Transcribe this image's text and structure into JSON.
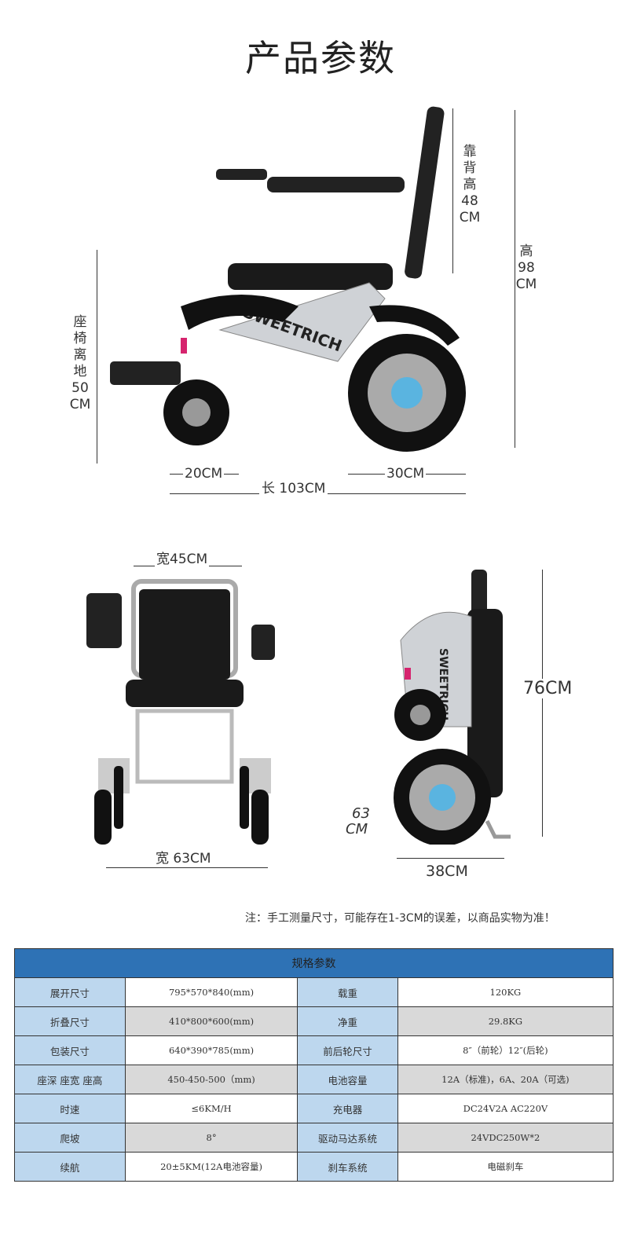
{
  "page_title": "产品参数",
  "brand": "SWEETRICH",
  "side_view": {
    "backrest": [
      "靠",
      "背",
      "高",
      "48",
      "CM"
    ],
    "height": [
      "高",
      "98",
      "CM"
    ],
    "seat_height": [
      "座",
      "椅",
      "离",
      "地",
      "50",
      "CM"
    ],
    "front": "20CM",
    "rear": "30CM",
    "length": "长 103CM"
  },
  "front_view": {
    "seat_width": "宽45CM",
    "width": "宽 63CM"
  },
  "folded_view": {
    "height": "76CM",
    "ground": [
      "63",
      "CM"
    ],
    "width": "38CM"
  },
  "note": "注：手工测量尺寸，可能存在1-3CM的误差，以商品实物为准！",
  "spec_table": {
    "title": "规格参数",
    "rows": [
      [
        "展开尺寸",
        "795*570*840(mm)",
        "载重",
        "120KG"
      ],
      [
        "折叠尺寸",
        "410*800*600(mm)",
        "净重",
        "29.8KG"
      ],
      [
        "包装尺寸",
        "640*390*785(mm)",
        "前后轮尺寸",
        "8″（前轮）12″(后轮)"
      ],
      [
        "座深 座宽 座高",
        "450-450-500（mm)",
        "电池容量",
        "12A（标准)，6A、20A（可选)"
      ],
      [
        "时速",
        "≤6KM/H",
        "充电器",
        "DC24V2A AC220V"
      ],
      [
        "爬坡",
        "8°",
        "驱动马达系统",
        "24VDC250W*2"
      ],
      [
        "续航",
        "20±5KM(12A电池容量)",
        "刹车系统",
        "电磁刹车"
      ]
    ]
  },
  "colors": {
    "header": "#2e72b5",
    "label_cell": "#bdd7ee",
    "alt_cell": "#d9d9d9",
    "accent": "#d6246e"
  }
}
